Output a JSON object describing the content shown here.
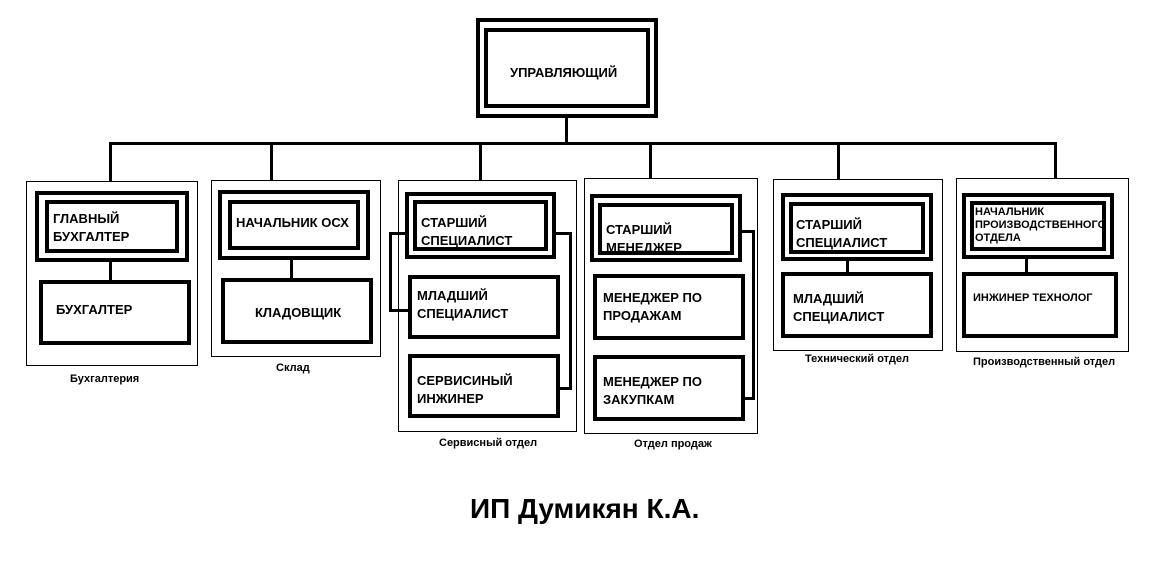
{
  "title": "ИП Думикян К.А.",
  "top": {
    "label": "УПРАВЛЯЮЩИЙ"
  },
  "departments": [
    {
      "caption": "Бухгалтерия",
      "head": "ГЛАВНЫЙ БУХГАЛТЕР",
      "staff": [
        "БУХГАЛТЕР"
      ]
    },
    {
      "caption": "Склад",
      "head": "НАЧАЛЬНИК ОСХ",
      "staff": [
        "КЛАДОВЩИК"
      ]
    },
    {
      "caption": "Сервисный отдел",
      "head": "СТАРШИЙ СПЕЦИАЛИСТ",
      "staff": [
        "МЛАДШИЙ СПЕЦИАЛИСТ",
        "СЕРВИСИНЫЙ ИНЖИНЕР"
      ]
    },
    {
      "caption": "Отдел продаж",
      "head": "СТАРШИЙ МЕНЕДЖЕР",
      "staff": [
        "МЕНЕДЖЕР ПО ПРОДАЖАМ",
        "МЕНЕДЖЕР ПО ЗАКУПКАМ"
      ]
    },
    {
      "caption": "Технический отдел",
      "head": "СТАРШИЙ СПЕЦИАЛИСТ",
      "staff": [
        "МЛАДШИЙ СПЕЦИАЛИСТ"
      ]
    },
    {
      "caption": "Производственный отдел",
      "head": "НАЧАЛЬНИК ПРОИЗВОДСТВЕННОГО ОТДЕЛА",
      "staff": [
        "ИНЖИНЕР ТЕХНОЛОГ"
      ]
    }
  ]
}
